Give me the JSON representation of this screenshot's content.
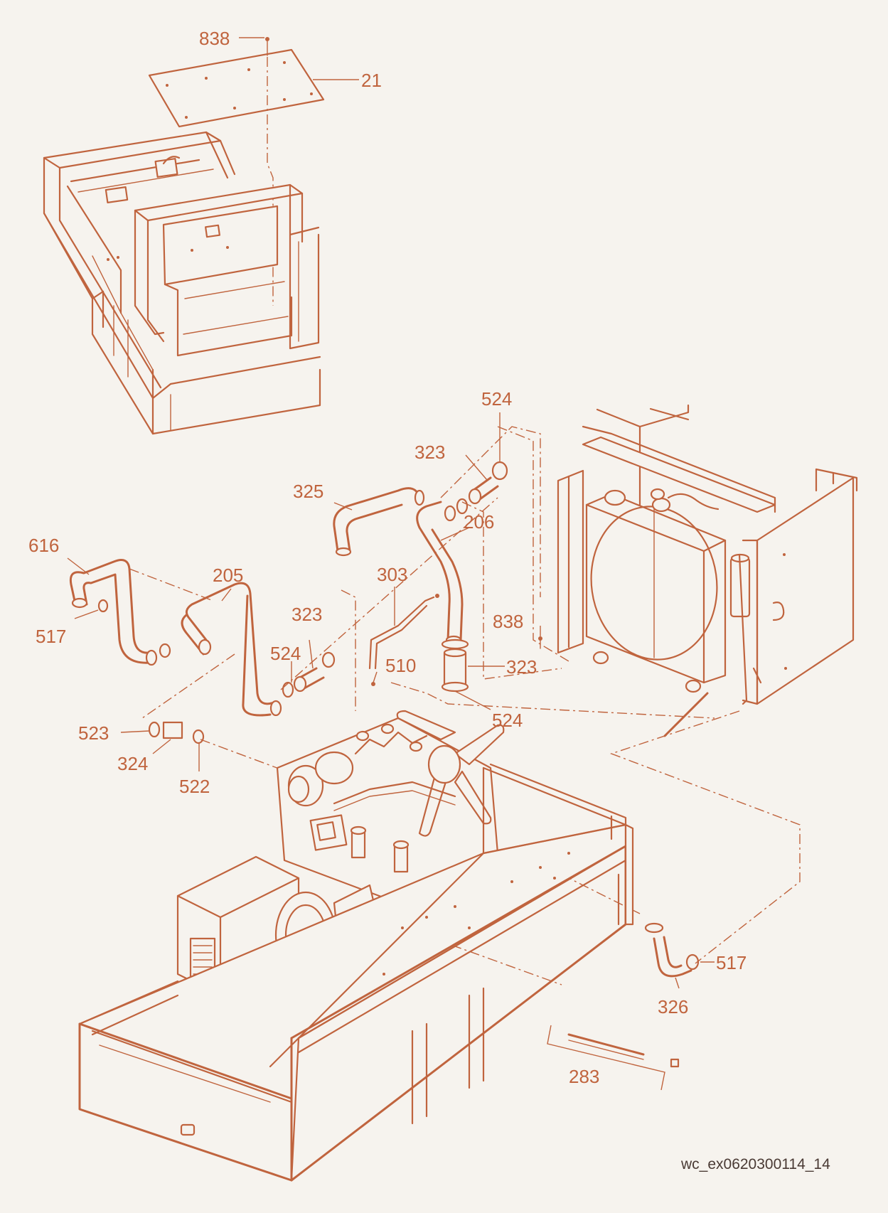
{
  "document_ref": "wc_ex0620300114_14",
  "callouts": [
    {
      "id": "c838a",
      "text": "838"
    },
    {
      "id": "c21",
      "text": "21"
    },
    {
      "id": "c524a",
      "text": "524"
    },
    {
      "id": "c323a",
      "text": "323"
    },
    {
      "id": "c325",
      "text": "325"
    },
    {
      "id": "c206",
      "text": "206"
    },
    {
      "id": "c616",
      "text": "616"
    },
    {
      "id": "c205",
      "text": "205"
    },
    {
      "id": "c303",
      "text": "303"
    },
    {
      "id": "c323b",
      "text": "323"
    },
    {
      "id": "c838b",
      "text": "838"
    },
    {
      "id": "c517a",
      "text": "517"
    },
    {
      "id": "c524b",
      "text": "524"
    },
    {
      "id": "c510",
      "text": "510"
    },
    {
      "id": "c323c",
      "text": "323"
    },
    {
      "id": "c524c",
      "text": "524"
    },
    {
      "id": "c523",
      "text": "523"
    },
    {
      "id": "c324",
      "text": "324"
    },
    {
      "id": "c522",
      "text": "522"
    },
    {
      "id": "c517b",
      "text": "517"
    },
    {
      "id": "c326",
      "text": "326"
    },
    {
      "id": "c283",
      "text": "283"
    }
  ],
  "colors": {
    "line": "#c0643e",
    "background": "#f6f3ee",
    "reference_text": "#4a3a34"
  }
}
